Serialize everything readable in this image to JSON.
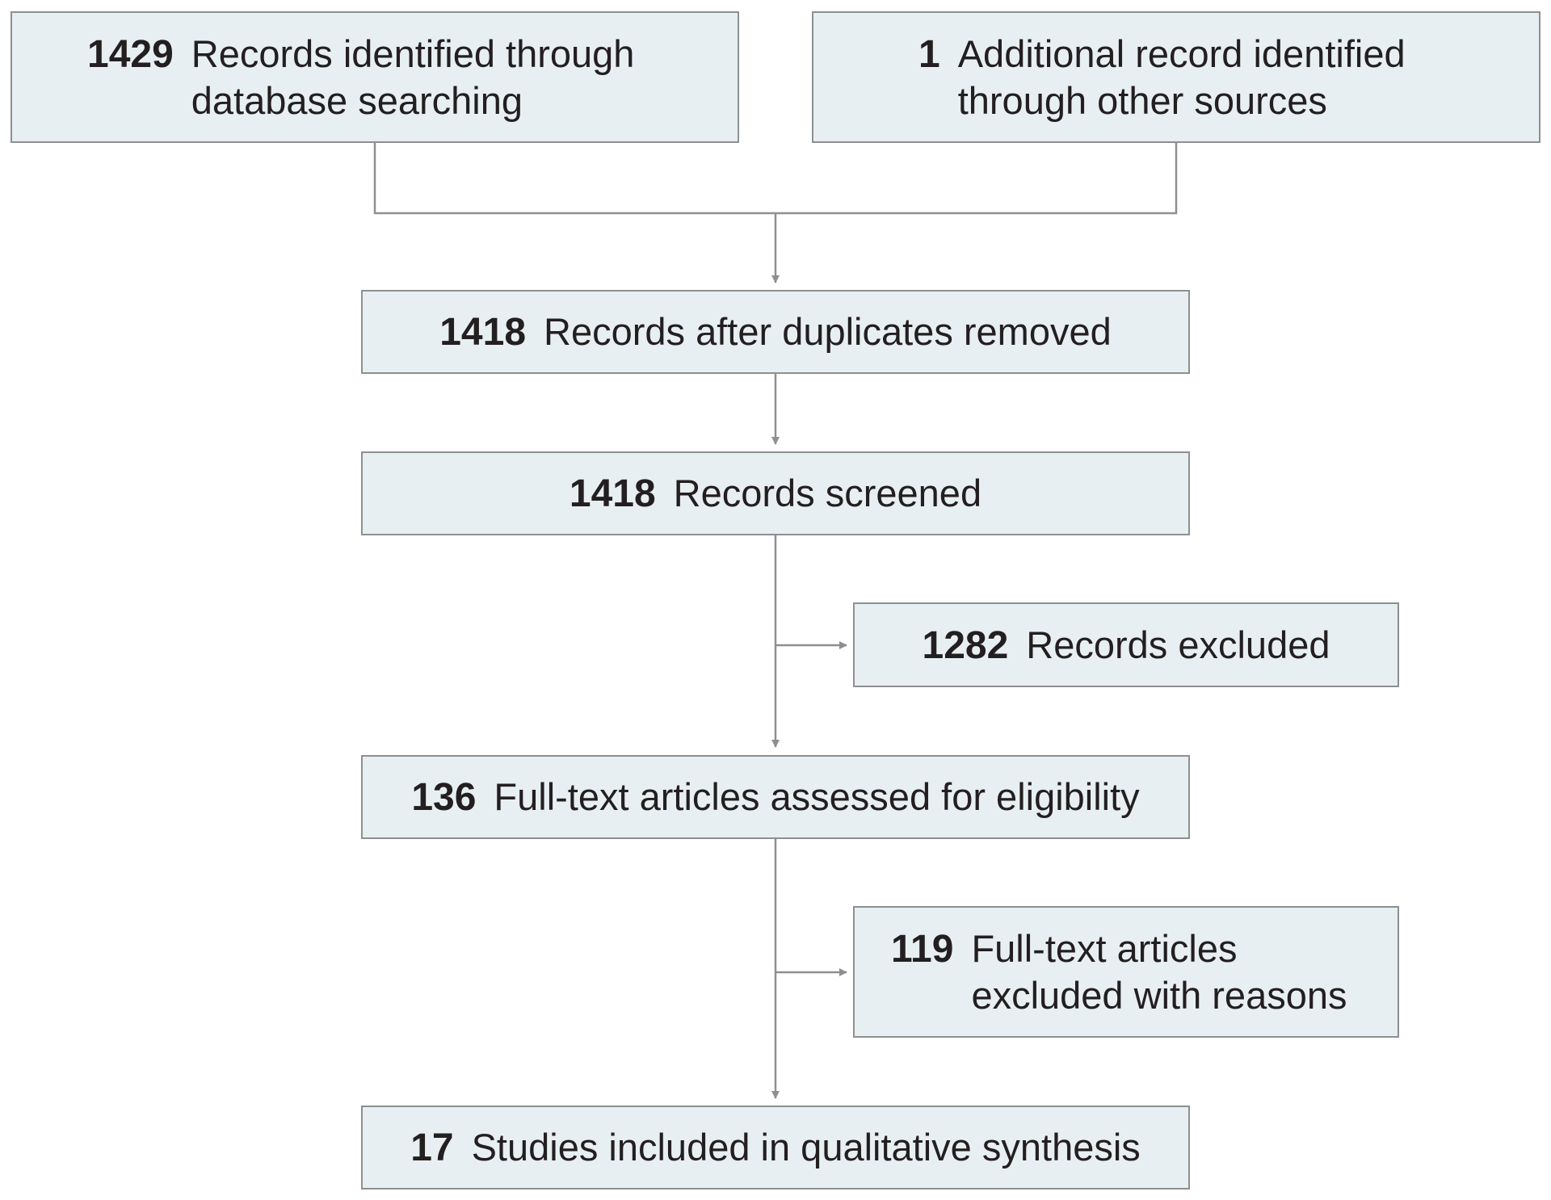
{
  "boxes": {
    "db_search": {
      "count": "1429",
      "line1": "Records identified through",
      "line2": "database searching"
    },
    "other_sources": {
      "count": "1",
      "line1": "Additional record identified",
      "line2": "through other sources"
    },
    "after_duplicates": {
      "count": "1418",
      "label": "Records after duplicates removed"
    },
    "screened": {
      "count": "1418",
      "label": "Records screened"
    },
    "excluded": {
      "count": "1282",
      "label": "Records excluded"
    },
    "eligibility": {
      "count": "136",
      "label": "Full-text articles assessed for eligibility"
    },
    "fulltext_excluded": {
      "count": "119",
      "line1": "Full-text articles",
      "line2": "excluded with reasons"
    },
    "included": {
      "count": "17",
      "label": "Studies included in qualitative synthesis"
    }
  },
  "colors": {
    "box_fill": "#e8eff2",
    "box_border": "#8e8f90",
    "connector": "#8e8f90",
    "text": "#231f20"
  }
}
